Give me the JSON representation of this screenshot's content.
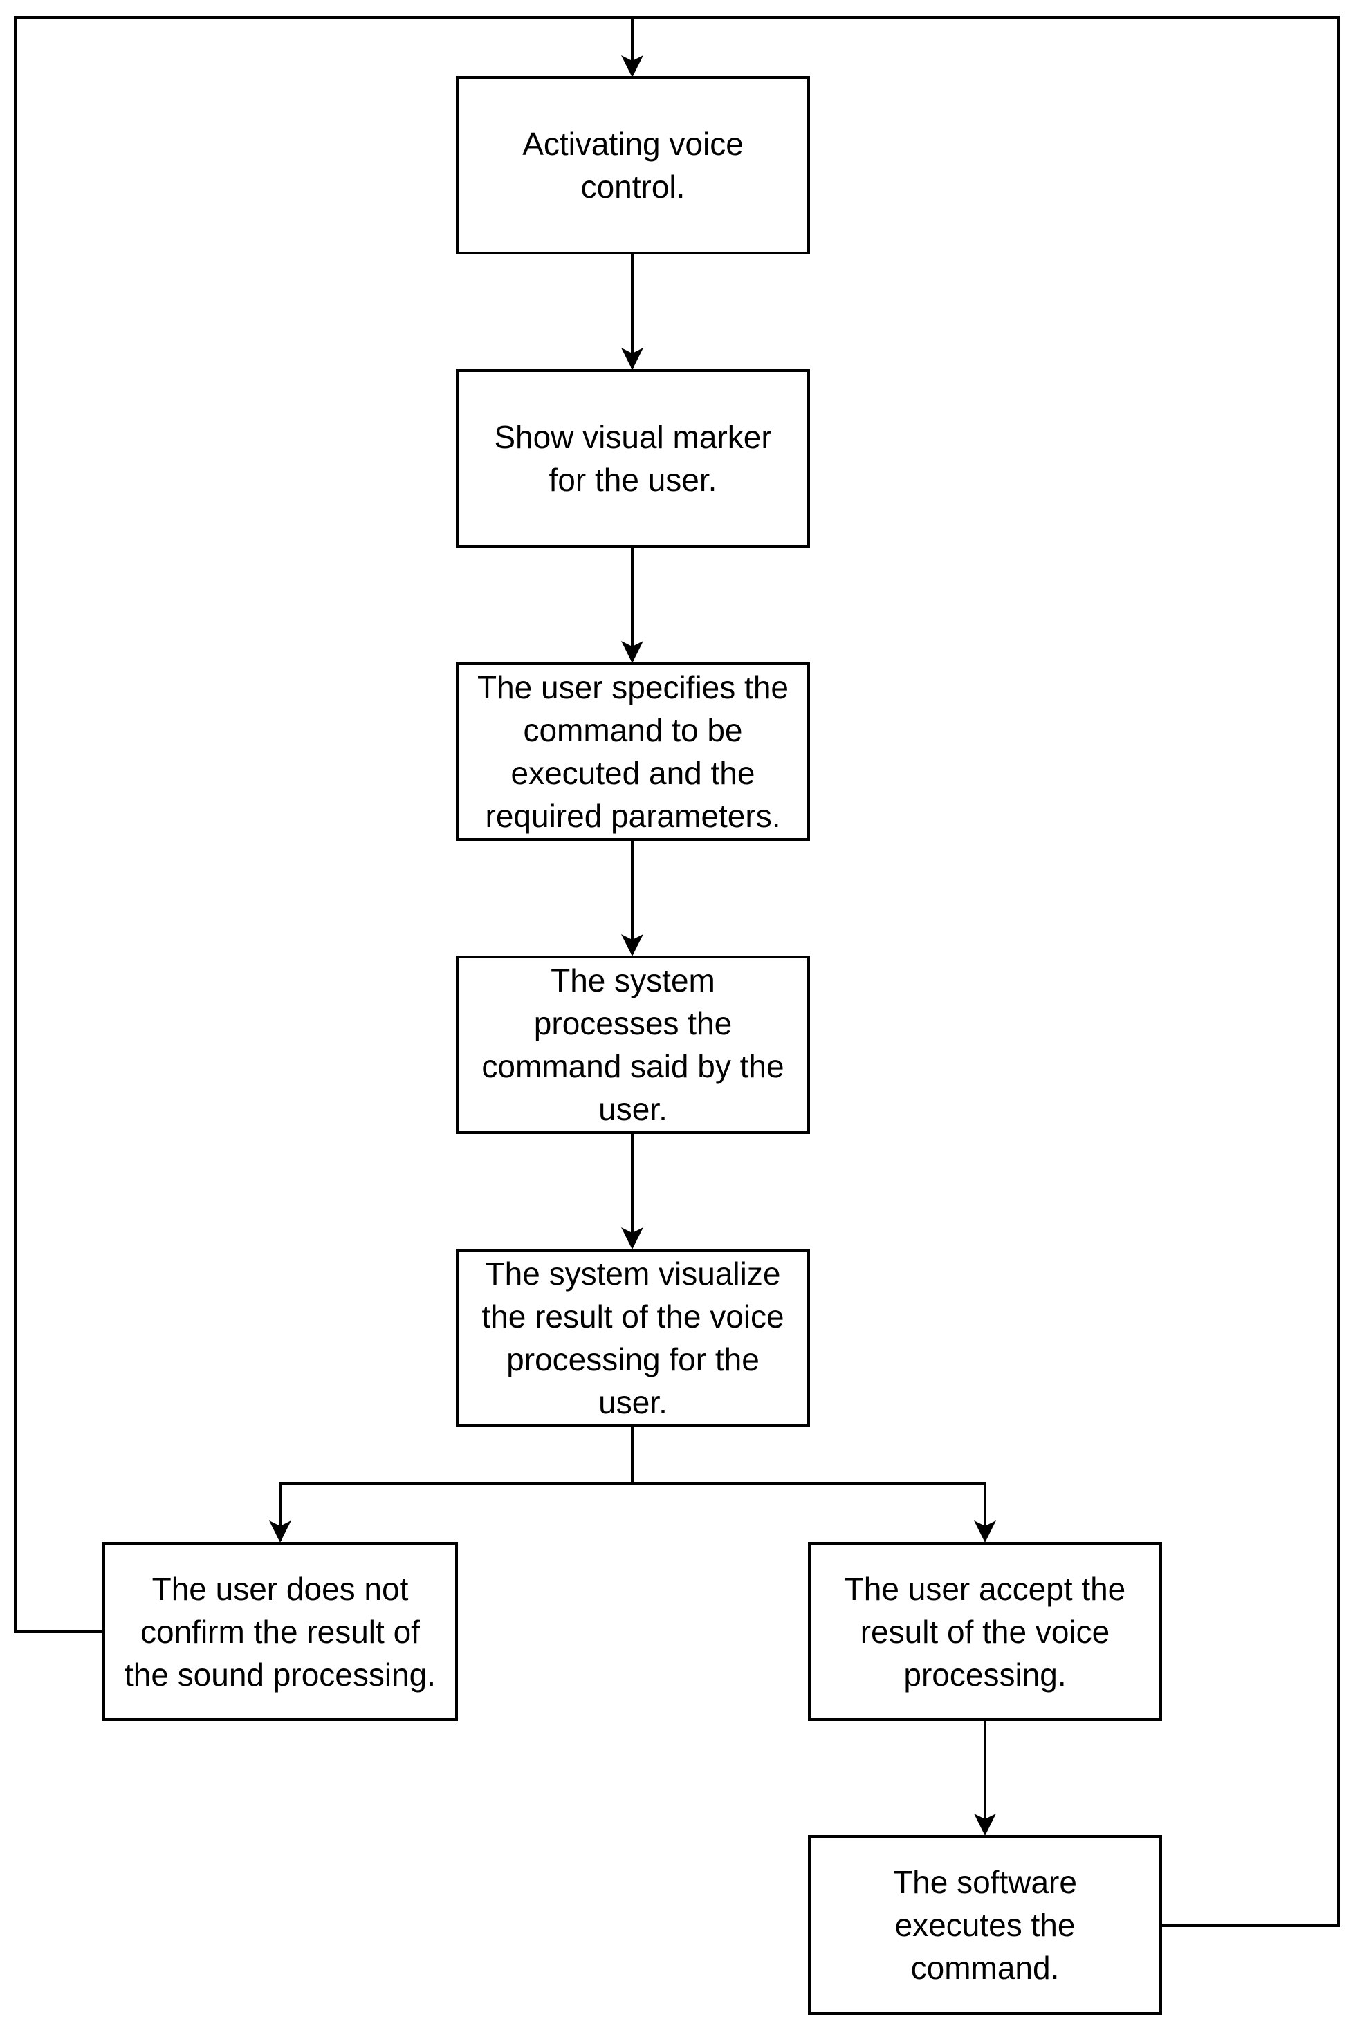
{
  "diagram": {
    "type": "flowchart",
    "line_color": "#000000",
    "nodes": {
      "activate": "Activating voice\ncontrol.",
      "marker": "Show visual marker\nfor the user.",
      "specify": "The user specifies the\ncommand to be\nexecuted and the\nrequired parameters.",
      "process": "The system\nprocesses the\ncommand said by the\nuser.",
      "visualize": "The system visualize\nthe result of the voice\nprocessing for the\nuser.",
      "reject": "The user does not\nconfirm the result of\nthe sound processing.",
      "accept": "The user accept the\nresult of the voice\nprocessing.",
      "execute": "The software\nexecutes the\ncommand."
    },
    "edges": [
      {
        "from": "activate",
        "to": "marker"
      },
      {
        "from": "marker",
        "to": "specify"
      },
      {
        "from": "specify",
        "to": "process"
      },
      {
        "from": "process",
        "to": "visualize"
      },
      {
        "from": "visualize",
        "to": "reject"
      },
      {
        "from": "visualize",
        "to": "accept"
      },
      {
        "from": "accept",
        "to": "execute"
      },
      {
        "from": "reject",
        "to": "activate"
      },
      {
        "from": "execute",
        "to": "activate"
      }
    ]
  }
}
